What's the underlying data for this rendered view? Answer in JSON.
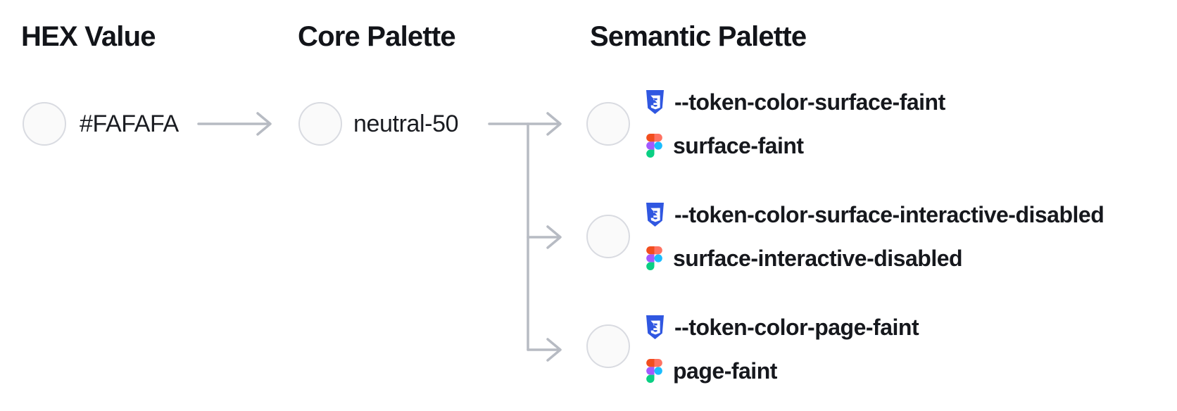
{
  "headings": {
    "hex": "HEX Value",
    "core": "Core Palette",
    "semantic": "Semantic Palette"
  },
  "hex_node": {
    "label": "#FAFAFA",
    "swatch_fill": "#FAFAFA"
  },
  "core_node": {
    "label": "neutral-50",
    "swatch_fill": "#FAFAFA"
  },
  "semantic_nodes": [
    {
      "css_token": "--token-color-surface-faint",
      "figma_name": "surface-faint",
      "swatch_fill": "#FAFAFA"
    },
    {
      "css_token": "--token-color-surface-interactive-disabled",
      "figma_name": "surface-interactive-disabled",
      "swatch_fill": "#FAFAFA"
    },
    {
      "css_token": "--token-color-page-faint",
      "figma_name": "page-faint",
      "swatch_fill": "#FAFAFA"
    }
  ],
  "icons": {
    "css_variable": "css3-shield-icon",
    "figma_style": "figma-logo-icon"
  },
  "colors": {
    "text": "#16181D",
    "connector": "#B7BBC3",
    "swatch_fill": "#FAFAFA",
    "swatch_border": "#D9DBE1",
    "css_icon_blue": "#3057E1",
    "figma_orange": "#F24E1E",
    "figma_salmon": "#FF7262",
    "figma_purple": "#A259FF",
    "figma_blue": "#1ABCFE",
    "figma_green": "#0ACF83"
  }
}
